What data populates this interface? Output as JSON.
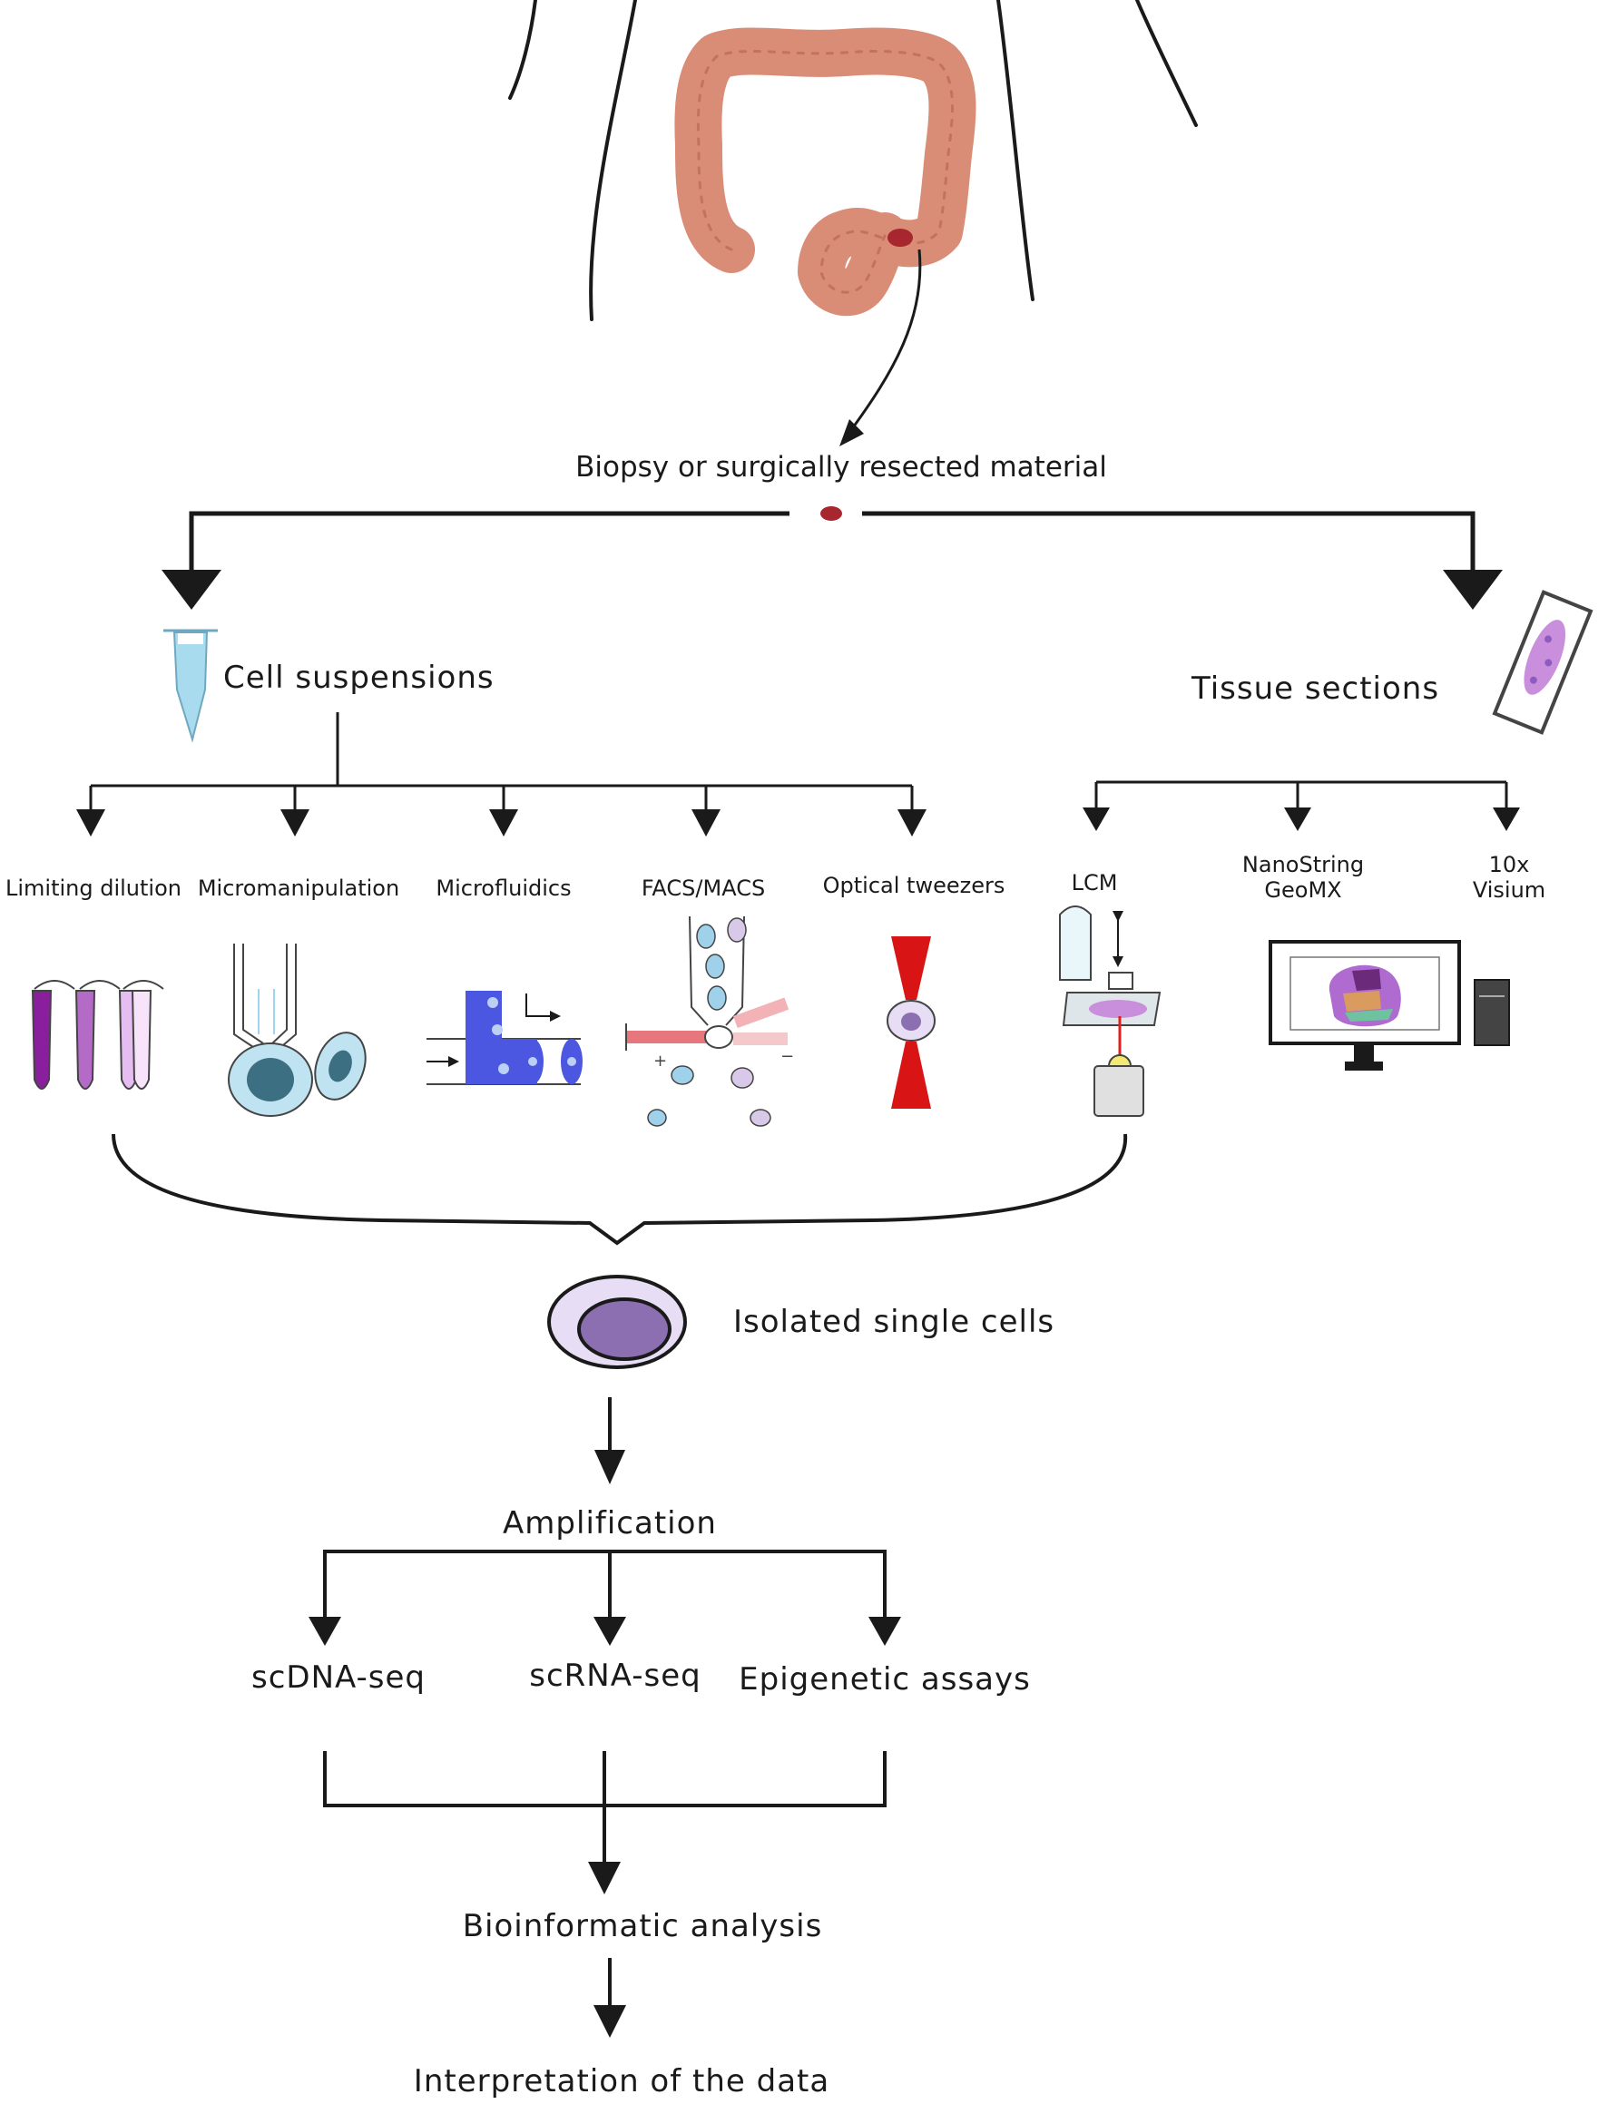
{
  "source_label": "Biopsy or surgically resected material",
  "left_branch": {
    "title": "Cell suspensions",
    "methods": [
      "Limiting dilution",
      "Micromanipulation",
      "Microfluidics",
      "FACS/MACS",
      "Optical tweezers"
    ]
  },
  "right_branch": {
    "title": "Tissue sections",
    "methods": [
      {
        "line1": "LCM",
        "line2": ""
      },
      {
        "line1": "NanoString",
        "line2": "GeoMX"
      },
      {
        "line1": "10x",
        "line2": "Visium"
      }
    ]
  },
  "isolated_label": "Isolated single cells",
  "amplification_label": "Amplification",
  "assays": [
    "scDNA-seq",
    "scRNA-seq",
    "Epigenetic assays"
  ],
  "analysis_label": "Bioinformatic analysis",
  "interpretation_label": "Interpretation of the data",
  "colors": {
    "line": "#1a1a1a",
    "colon": "#d98c76",
    "tumor": "#a8262e",
    "cell_outer": "#e7def5",
    "cell_nucleus": "#8c6fb0",
    "tube_blue": "#a9dbee",
    "microfluidics_blue": "#4b57e0",
    "tweezers_red": "#d91414"
  }
}
